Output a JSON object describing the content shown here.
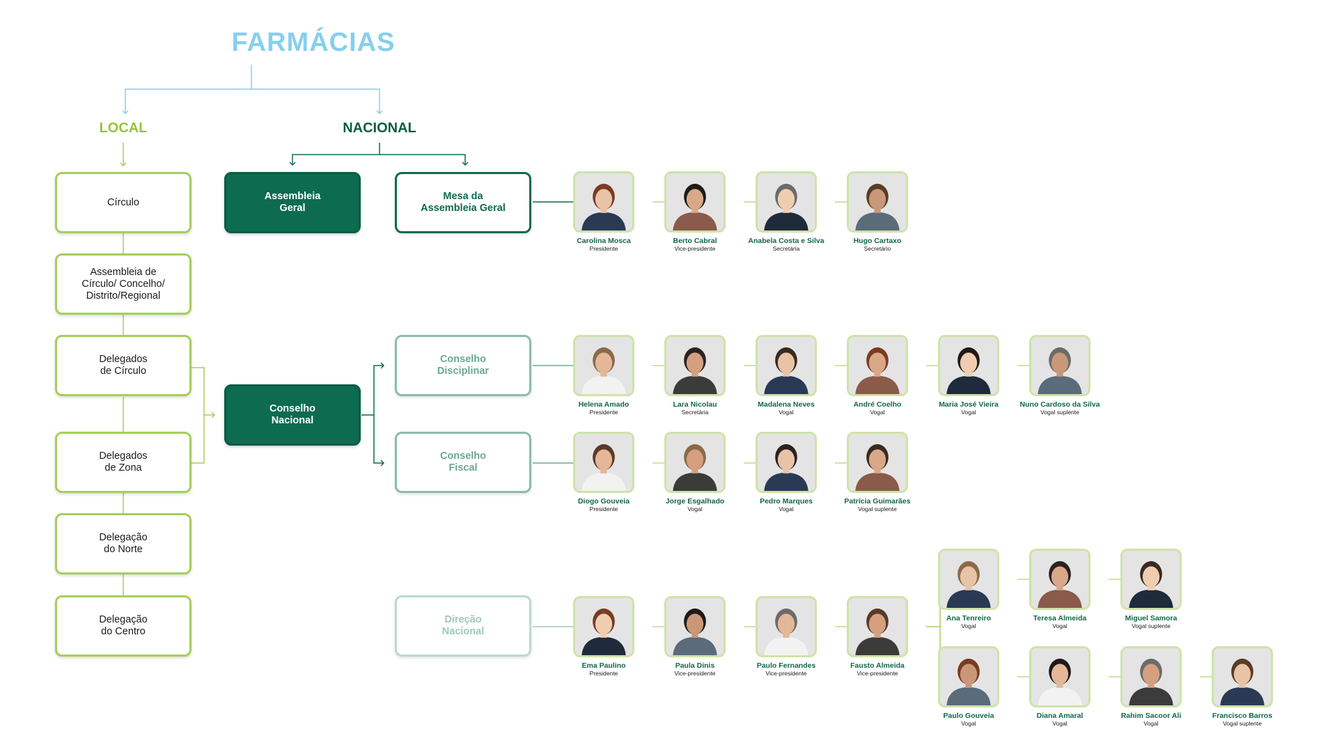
{
  "colors": {
    "title": "#86cfee",
    "local": "#98c33a",
    "nacional": "#0b5d45",
    "dark_green": "#0d6b4f",
    "light_green": "#a5cf5b",
    "blue_line": "#86cfee"
  },
  "title": "FARMÁCIAS",
  "branches": {
    "local": "LOCAL",
    "nacional": "NACIONAL"
  },
  "local_boxes": [
    "Círculo",
    "Assembleia de\nCírculo/ Concelho/\nDistrito/Regional",
    "Delegados\nde Círculo",
    "Delegados\nde Zona",
    "Delegação\ndo Norte",
    "Delegação\ndo Centro"
  ],
  "national_boxes": {
    "assembleia_geral": "Assembleia\nGeral",
    "mesa": "Mesa da\nAssembleia Geral",
    "conselho_nacional": "Conselho\nNacional",
    "conselho_disciplinar": "Conselho\nDisciplinar",
    "conselho_fiscal": "Conselho\nFiscal",
    "direcao_nacional": "Direção\nNacional"
  },
  "groups": {
    "mesa": [
      {
        "name": "Carolina Mosca",
        "role": "Presidente"
      },
      {
        "name": "Berto Cabral",
        "role": "Vice-presidente"
      },
      {
        "name": "Anabela Costa e Silva",
        "role": "Secretária"
      },
      {
        "name": "Hugo Cartaxo",
        "role": "Secretário"
      }
    ],
    "disciplinar": [
      {
        "name": "Helena Amado",
        "role": "Presidente"
      },
      {
        "name": "Lara Nicolau",
        "role": "Secretária"
      },
      {
        "name": "Madalena Neves",
        "role": "Vogal"
      },
      {
        "name": "André Coelho",
        "role": "Vogal"
      },
      {
        "name": "Maria José Vieira",
        "role": "Vogal"
      },
      {
        "name": "Nuno Cardoso da Silva",
        "role": "Vogal suplente"
      }
    ],
    "fiscal": [
      {
        "name": "Diogo Gouveia",
        "role": "Presidente"
      },
      {
        "name": "Jorge Esgalhado",
        "role": "Vogal"
      },
      {
        "name": "Pedro Marques",
        "role": "Vogal"
      },
      {
        "name": "Patrícia Guimarães",
        "role": "Vogal suplente"
      }
    ],
    "direcao": [
      {
        "name": "Ema Paulino",
        "role": "Presidente"
      },
      {
        "name": "Paula Dinis",
        "role": "Vice-presidente"
      },
      {
        "name": "Paulo Fernandes",
        "role": "Vice-presidente"
      },
      {
        "name": "Fausto Almeida",
        "role": "Vice-presidente"
      }
    ],
    "direcao_vogais_top": [
      {
        "name": "Ana Tenreiro",
        "role": "Vogal"
      },
      {
        "name": "Teresa Almeida",
        "role": "Vogal"
      },
      {
        "name": "Miguel Samora",
        "role": "Vogal suplente"
      }
    ],
    "direcao_vogais_bottom": [
      {
        "name": "Paulo Gouveia",
        "role": "Vogal"
      },
      {
        "name": "Diana Amaral",
        "role": "Vogal"
      },
      {
        "name": "Rahim Sacoor Ali",
        "role": "Vogal"
      },
      {
        "name": "Francisco Barros",
        "role": "Vogal suplente"
      }
    ]
  }
}
